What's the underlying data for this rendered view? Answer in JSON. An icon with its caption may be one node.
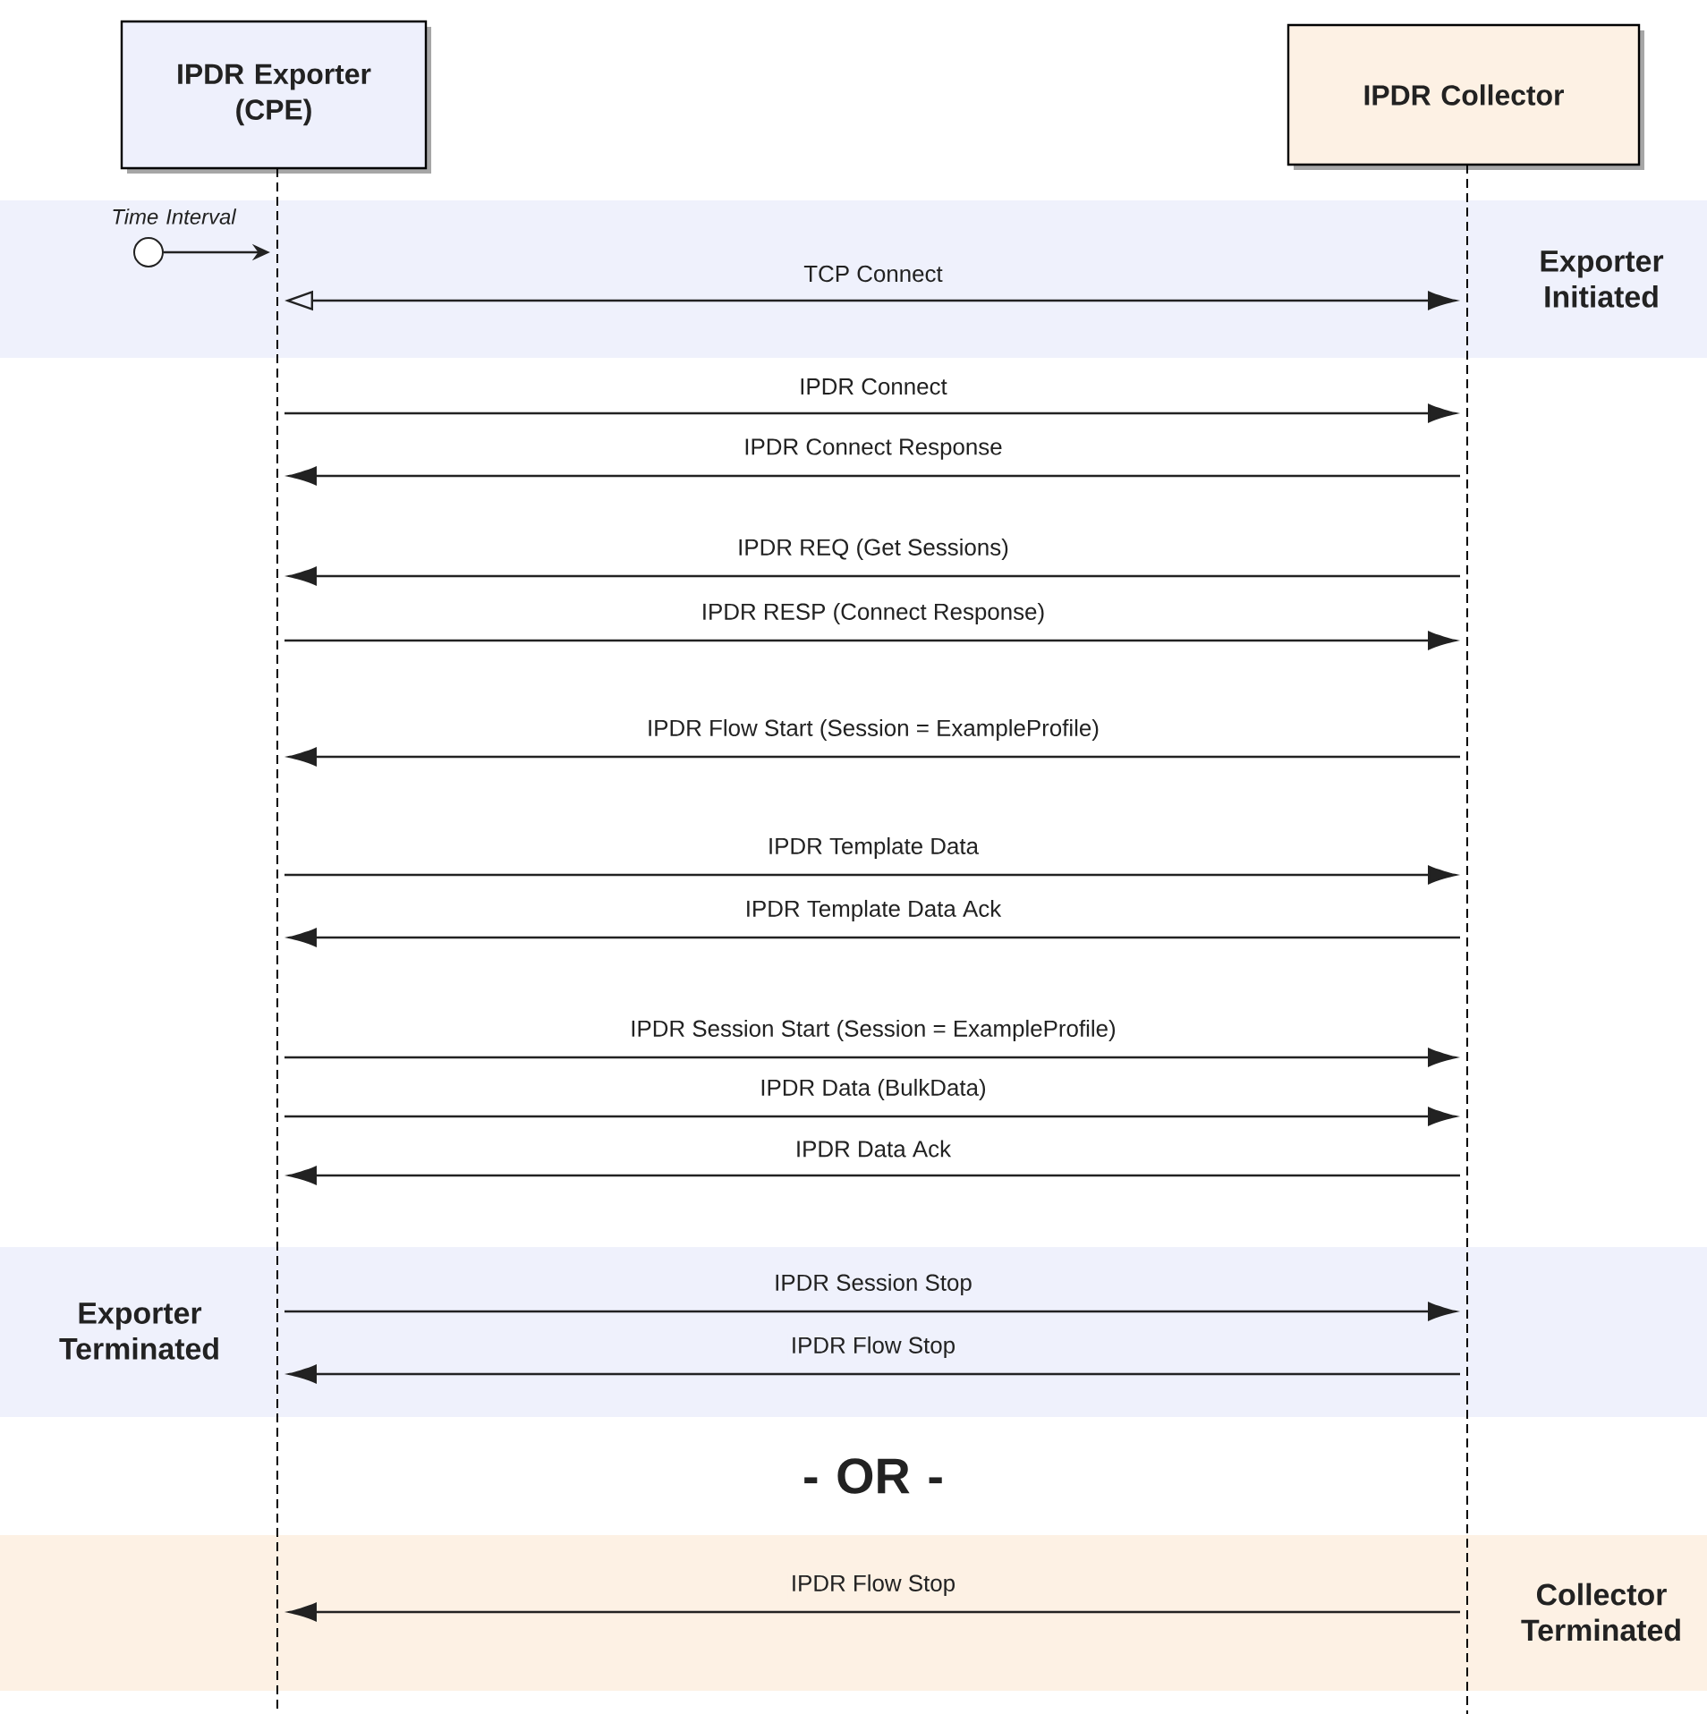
{
  "diagram": {
    "nodes": [
      {
        "text": [
          "IPDR Exporter (CPE)"
        ]
      },
      {
        "text": [
          "IPDR Collector"
        ]
      },
      {
        "text": [],
        "shape": "bar"
      },
      {
        "text": [],
        "shape": "bar"
      },
      {
        "text": [],
        "shape": "circle"
      }
    ],
    "edges": [
      {
        "from": 4,
        "to": 2,
        "arrow": "to"
      },
      {
        "from": 2,
        "to": 3,
        "arrow": "both",
        "label": "TCP Connect"
      },
      {
        "from": 2,
        "to": 3,
        "arrow": "to",
        "label": "IPDR Connect"
      },
      {
        "from": 3,
        "to": 2,
        "arrow": "to",
        "label": "IPDR Connect Response"
      },
      {
        "from": 3,
        "to": 2,
        "arrow": "to",
        "label": "IPDR REQ (Get Sessions)"
      },
      {
        "from": 2,
        "to": 3,
        "arrow": "to",
        "label": "IPDR RESP (Connect Response)"
      },
      {
        "from": 3,
        "to": 2,
        "arrow": "to",
        "label": "IPDR Flow Start (Session = ExampleProfile)"
      },
      {
        "from": 2,
        "to": 3,
        "arrow": "to",
        "label": "IPDR Template Data"
      },
      {
        "from": 3,
        "to": 2,
        "arrow": "to",
        "label": "IPDR Template Data Ack"
      },
      {
        "from": 2,
        "to": 3,
        "arrow": "to",
        "label": "IPDR Session Start (Session = ExampleProfile)"
      },
      {
        "from": 2,
        "to": 3,
        "arrow": "to",
        "label": "IPDR Data (BulkData)"
      },
      {
        "from": 3,
        "to": 2,
        "arrow": "to",
        "label": "IPDR Data Ack"
      },
      {
        "from": 2,
        "to": 3,
        "arrow": "to",
        "label": "IPDR Session Stop"
      },
      {
        "from": 3,
        "to": 2,
        "arrow": "to",
        "label": "IPDR Flow Stop"
      },
      {
        "from": 3,
        "to": 2,
        "arrow": "to",
        "label": "IPDR Flow Stop"
      }
    ],
    "labels": [
      "Time Interval",
      "Exporter Initiated",
      "Exporter Terminated",
      "- OR -",
      "Collector Terminated"
    ]
  }
}
